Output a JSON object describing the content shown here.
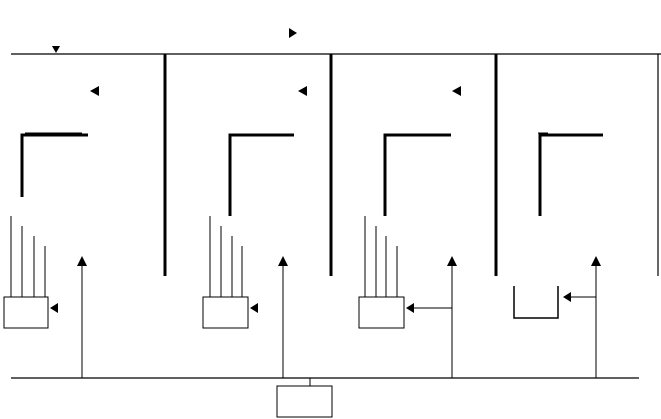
{
  "diagram": {
    "background": "#ffffff",
    "stroke_color": "#000000",
    "units": 4,
    "unit_contents": [
      {
        "index": 1,
        "has_wire_bundle": true,
        "endpoint": "box"
      },
      {
        "index": 2,
        "has_wire_bundle": true,
        "endpoint": "box"
      },
      {
        "index": 3,
        "has_wire_bundle": true,
        "endpoint": "box"
      },
      {
        "index": 4,
        "has_wire_bundle": false,
        "endpoint": "open-tray"
      }
    ],
    "labels": []
  }
}
